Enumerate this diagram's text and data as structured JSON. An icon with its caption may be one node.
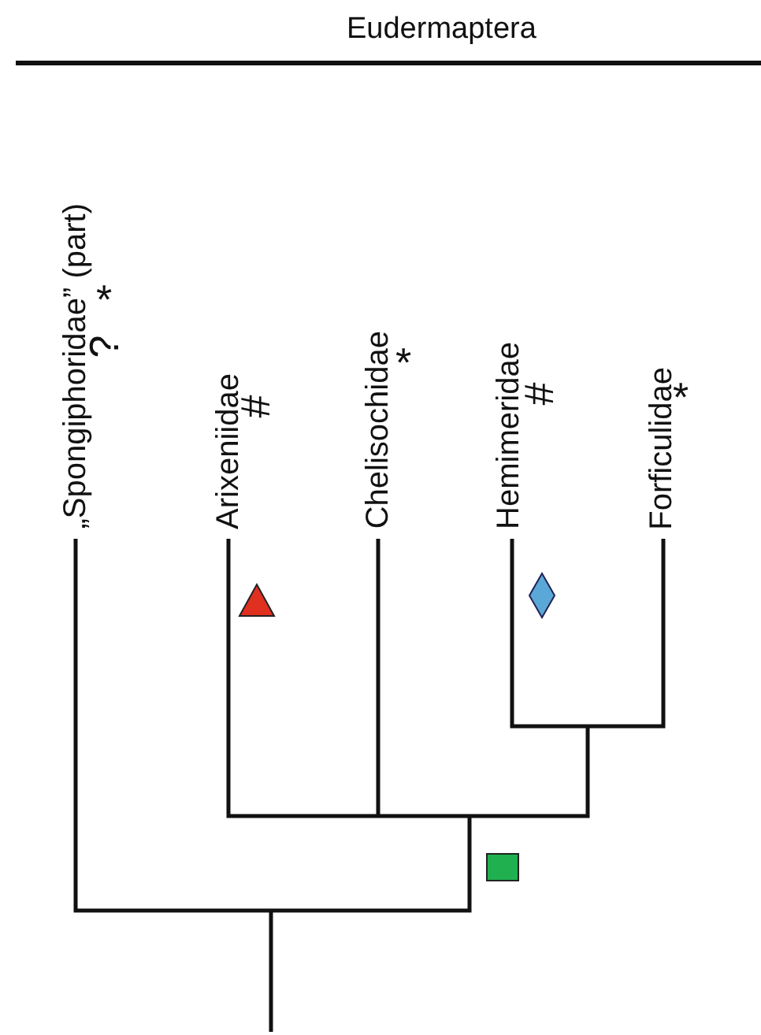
{
  "diagram": {
    "nodes": [
      {
        "text": [
          "„Spongiphoridae” (part)"
        ],
        "beside": [
          "?",
          "*"
        ]
      },
      {
        "text": [
          "Arixeniidae"
        ],
        "beside": [
          "#"
        ]
      },
      {
        "text": [
          "Chelisochidae"
        ],
        "beside": [
          "*"
        ]
      },
      {
        "text": [
          "Hemimeridae"
        ],
        "beside": [
          "#"
        ]
      },
      {
        "text": [
          "Forficulidae"
        ],
        "beside": [
          "*"
        ]
      }
    ],
    "edges": [],
    "labels": [
      "Eudermaptera"
    ]
  }
}
